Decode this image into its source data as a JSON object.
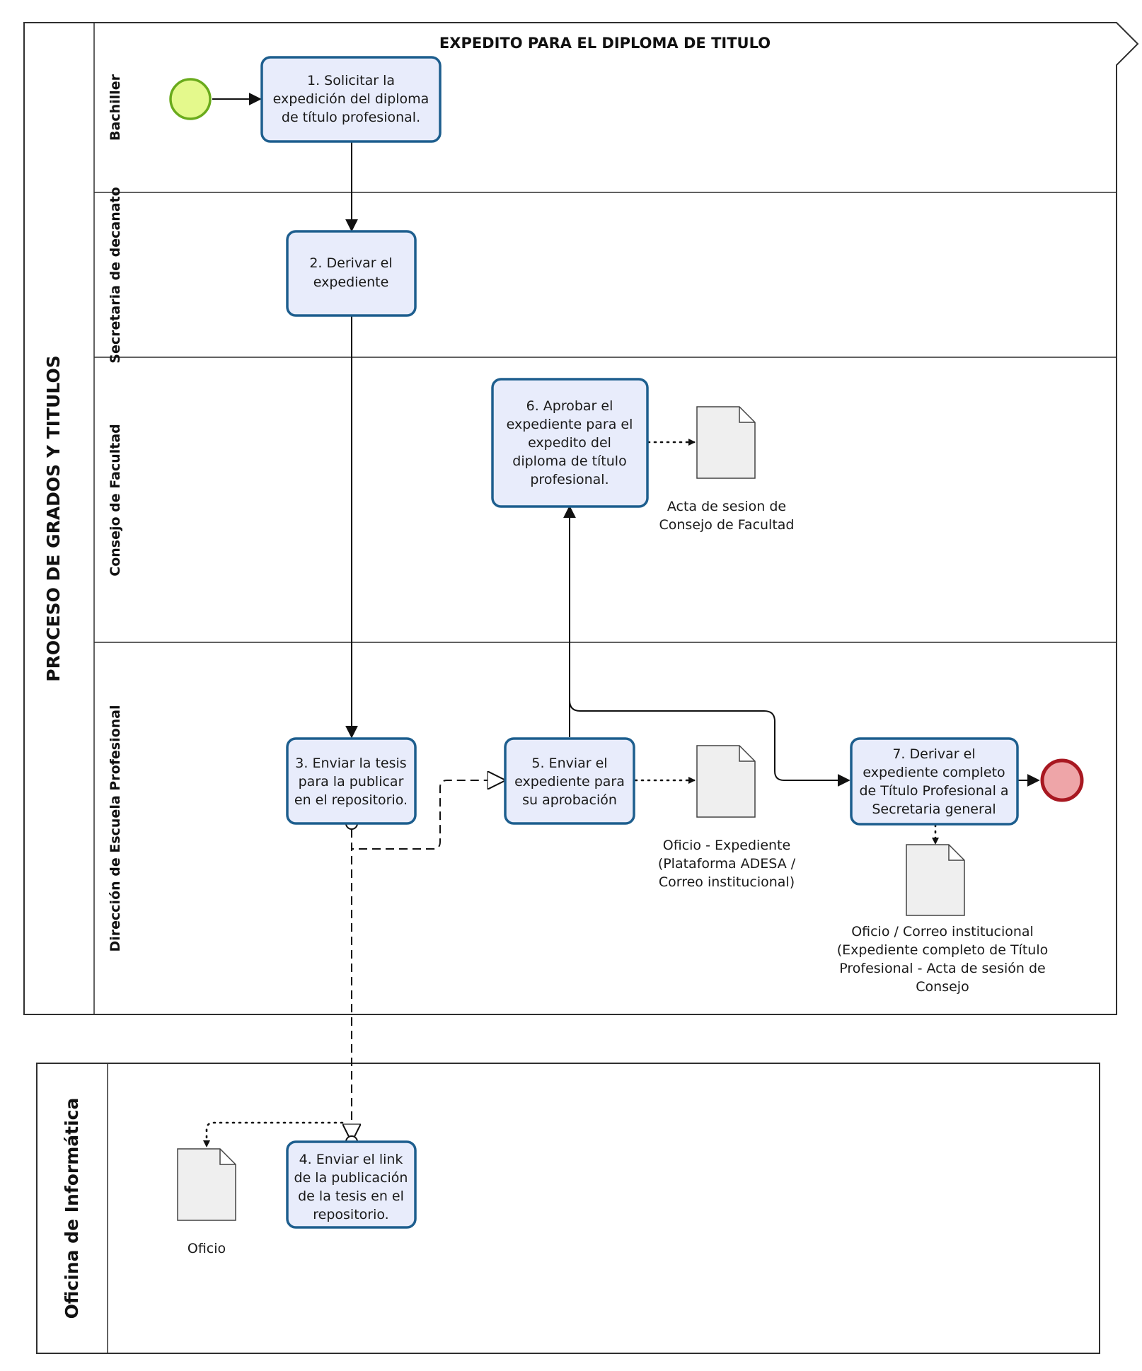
{
  "diagram": {
    "title": "EXPEDITO PARA EL DIPLOMA DE TITULO",
    "pool_main": "PROCESO DE GRADOS Y TITULOS",
    "pool_second": "Oficina de Informática",
    "lanes": {
      "bachiller": "Bachiller",
      "secretaria": "Secretaria de decanato",
      "consejo": "Consejo de Facultad",
      "direccion": "Dirección de Escuela Profesional"
    },
    "tasks": {
      "t1": [
        "1. Solicitar la",
        "expedición del diploma",
        "de título profesional."
      ],
      "t2": [
        "2. Derivar el",
        "expediente"
      ],
      "t3": [
        "3. Enviar la tesis",
        "para la publicar",
        "en el repositorio."
      ],
      "t4": [
        "4. Enviar el link",
        "de la publicación",
        "de la tesis en el",
        "repositorio."
      ],
      "t5": [
        "5. Enviar el",
        "expediente para",
        "su aprobación"
      ],
      "t6": [
        "6. Aprobar el",
        "expediente para el",
        "expedito del",
        "diploma de título",
        "profesional."
      ],
      "t7": [
        "7. Derivar el",
        "expediente completo",
        "de Título Profesional a",
        "Secretaria general"
      ]
    },
    "documents": {
      "acta": [
        "Acta de sesion de",
        "Consejo de Facultad"
      ],
      "oficio_expediente": [
        "Oficio - Expediente",
        "(Plataforma ADESA /",
        "Correo institucional)"
      ],
      "oficio_correo": [
        "Oficio / Correo institucional",
        "(Expediente completo de Título",
        "Profesional - Acta de sesión de",
        "Consejo"
      ],
      "oficio": [
        "Oficio"
      ]
    }
  }
}
